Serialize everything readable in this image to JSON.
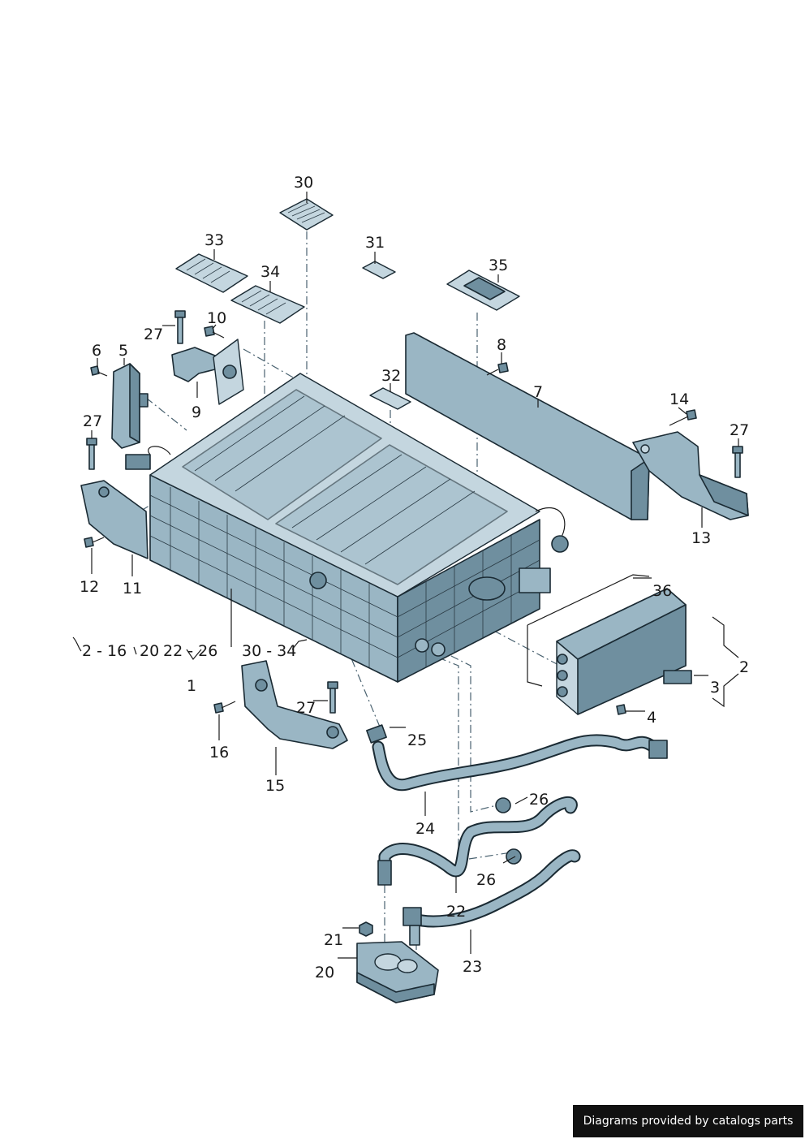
{
  "callouts": {
    "n1": "1",
    "n2": "2",
    "n3": "3",
    "n4": "4",
    "n5": "5",
    "n6": "6",
    "n7": "7",
    "n8": "8",
    "n9": "9",
    "n10": "10",
    "n11": "11",
    "n12": "12",
    "n13": "13",
    "n14": "14",
    "n15": "15",
    "n16": "16",
    "n20": "20",
    "n21": "21",
    "n22": "22",
    "n23": "23",
    "n24": "24",
    "n25": "25",
    "n26a": "26",
    "n26b": "26",
    "n27a": "27",
    "n27b": "27",
    "n27c": "27",
    "n27d": "27",
    "n30": "30",
    "n31": "31",
    "n32": "32",
    "n33": "33",
    "n34": "34",
    "n35": "35",
    "n36": "36"
  },
  "group_labels": {
    "g1": "2 - 16",
    "g2": "20",
    "g3": "22 - 26",
    "g4": "30 - 34"
  },
  "footer": {
    "text": "Diagrams provided by catalogs parts"
  },
  "colors": {
    "part_fill": "#9ab6c4",
    "outline": "#1a2a33",
    "footer_bg": "#111111"
  }
}
